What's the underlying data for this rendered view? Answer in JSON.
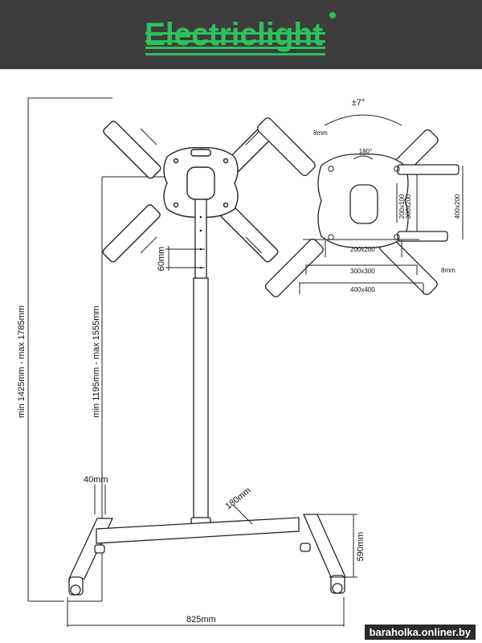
{
  "brand": {
    "logo_text": "Electriclight"
  },
  "stand": {
    "total_height": "min 1425mm - max 1785mm",
    "mount_height": "min 1195mm - max 1555mm",
    "plate_spacing": "60mm",
    "post_diameter": "40mm",
    "base_post_offset": "180mm",
    "base_height": "590mm",
    "base_width": "825mm"
  },
  "bracket": {
    "tilt": "±7°",
    "rotation": "180°",
    "arm_thickness_top": "8mm",
    "arm_thickness_bottom": "8mm",
    "vesa_h": [
      "200x200",
      "300x300",
      "400x400"
    ],
    "vesa_v": [
      "200x100",
      "300x200",
      "400x200"
    ]
  },
  "watermark": "baraholka.onliner.by"
}
